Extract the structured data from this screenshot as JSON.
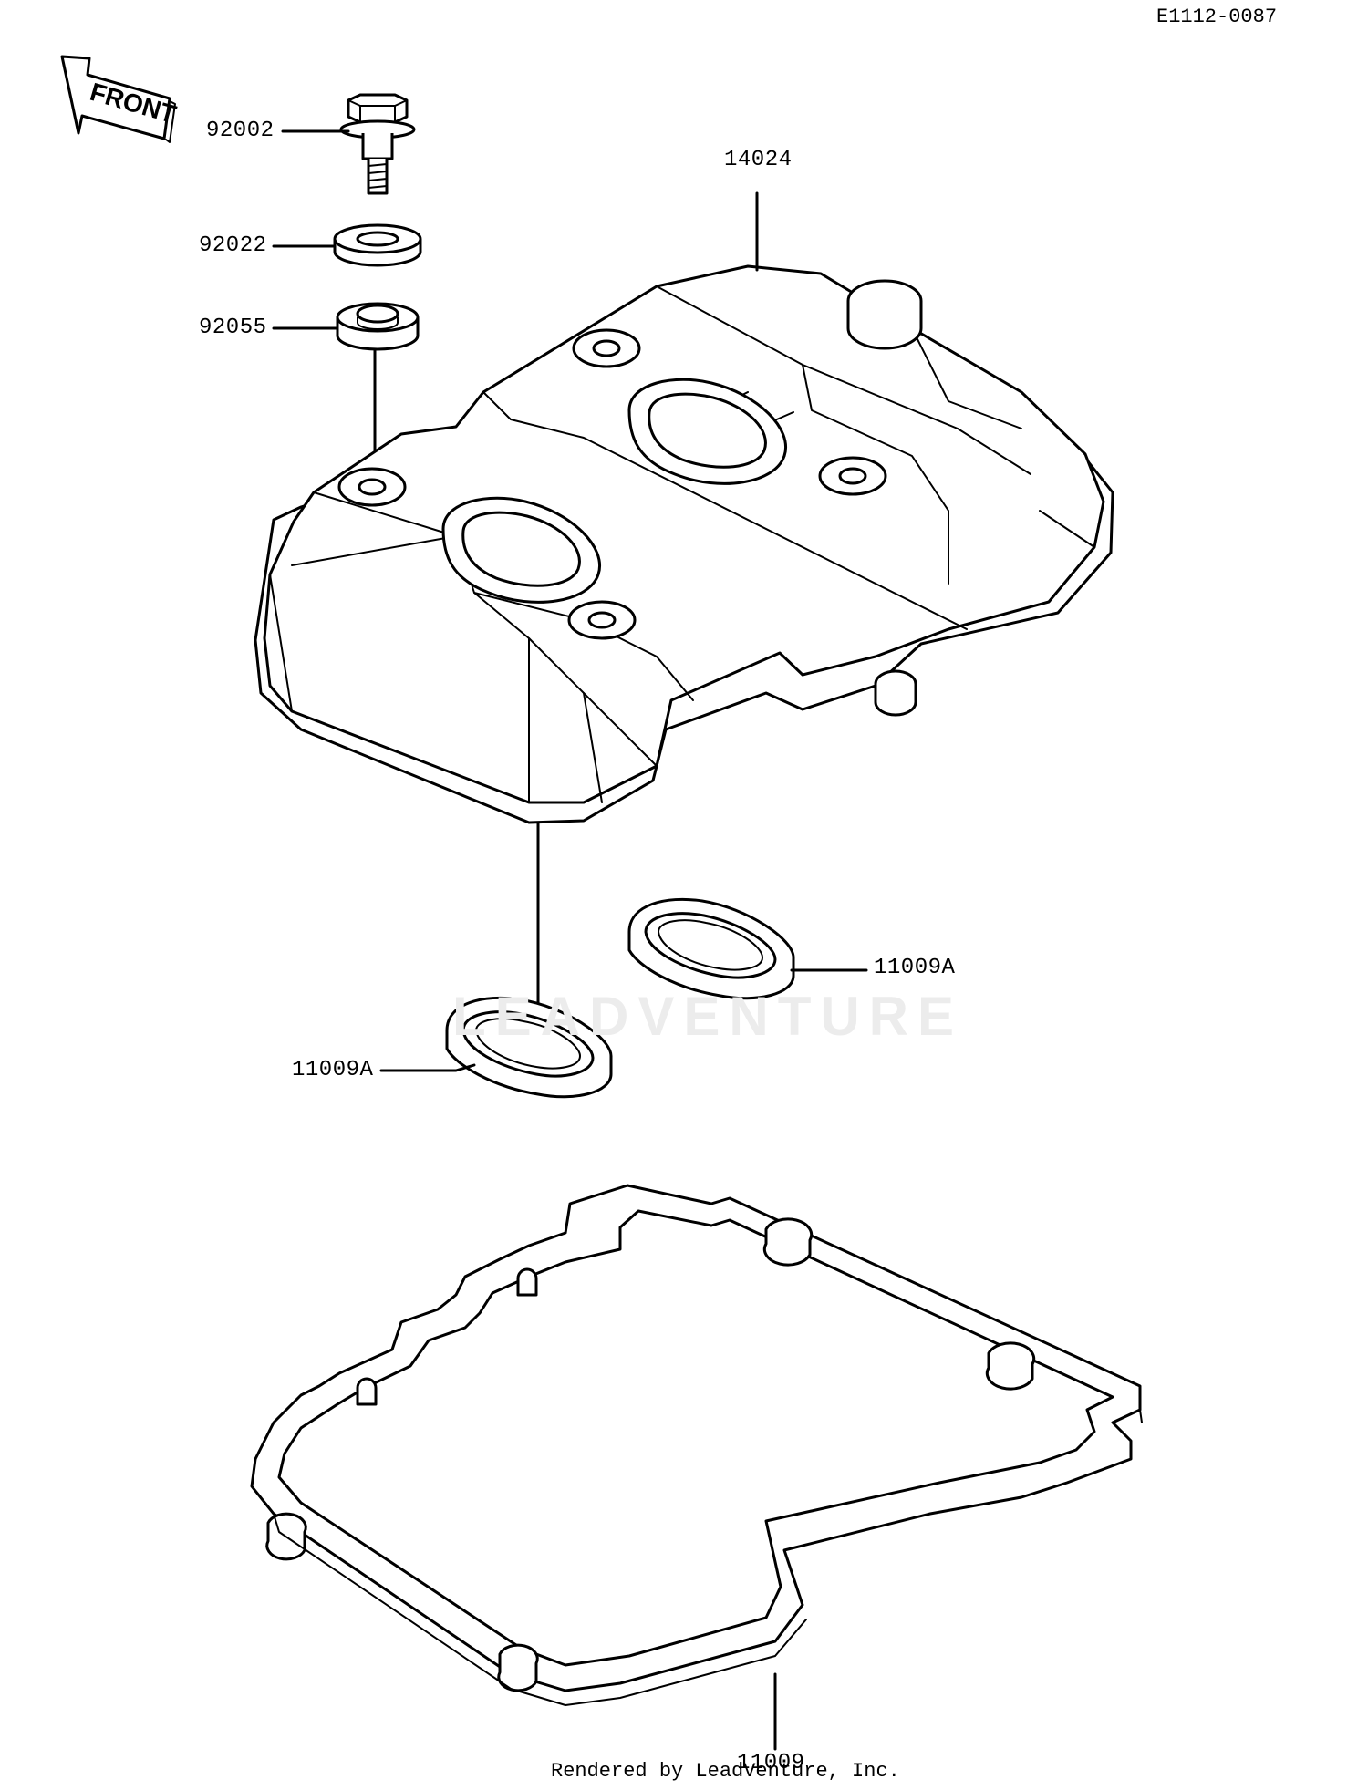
{
  "diagram_ref": "E1112-0087",
  "front_label": "FRONT",
  "watermark": "LEADVENTURE",
  "footer": "Rendered by LeadVenture, Inc.",
  "callouts": [
    {
      "id": "bolt",
      "label": "92002"
    },
    {
      "id": "washer",
      "label": "92022"
    },
    {
      "id": "grommet",
      "label": "92055"
    },
    {
      "id": "cover",
      "label": "14024"
    },
    {
      "id": "plug-gasket-right",
      "label": "11009A"
    },
    {
      "id": "plug-gasket-left",
      "label": "11009A"
    },
    {
      "id": "cover-gasket",
      "label": "11009"
    }
  ]
}
